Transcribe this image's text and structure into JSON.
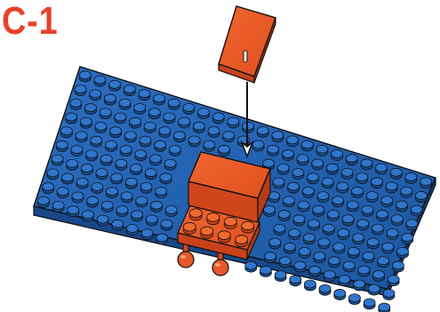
{
  "step": {
    "label": "C-1"
  },
  "colors": {
    "baseplate": "#1f5fae",
    "baseplate_stud": "#2b6fc4",
    "brick": "#e8572b",
    "label": "#e8412c",
    "outline": "#111111"
  },
  "parts": {
    "baseplate": "blue-baseplate",
    "tile": "orange-tile",
    "assembly": "orange-brick-assembly",
    "wheels": "orange-ball-joints",
    "arrow": "placement-arrow"
  }
}
